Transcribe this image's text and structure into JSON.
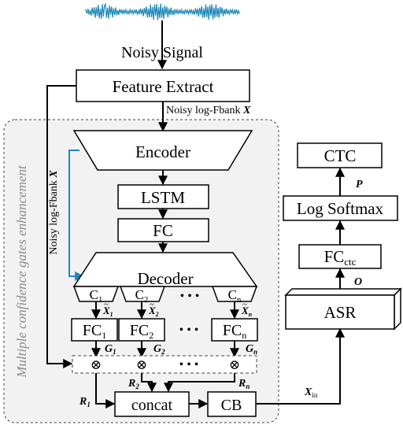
{
  "input": {
    "label": "Noisy Signal"
  },
  "feature": {
    "label": "Feature Extract",
    "output_label": "Noisy log-Fbank ",
    "output_var": "X"
  },
  "side_label": {
    "text": "Noisy log-Fbank ",
    "var": "X"
  },
  "group": {
    "label": "Multiple confidence gates enhancement"
  },
  "encoder": {
    "label": "Encoder"
  },
  "lstm": {
    "label": "LSTM"
  },
  "fc": {
    "label": "FC"
  },
  "decoder": {
    "label": "Decoder"
  },
  "channels": [
    {
      "c": "C",
      "c_sub": "1",
      "x": "X",
      "x_sub": "1",
      "fc": "FC",
      "fc_sub": "1",
      "g": "G",
      "g_sub": "1",
      "r": "R",
      "r_sub": "1"
    },
    {
      "c": "C",
      "c_sub": "2",
      "x": "X",
      "x_sub": "2",
      "fc": "FC",
      "fc_sub": "2",
      "g": "G",
      "g_sub": "2",
      "r": "R",
      "r_sub": "2"
    },
    {
      "c": "C",
      "c_sub": "n",
      "x": "X",
      "x_sub": "n",
      "fc": "FC",
      "fc_sub": "n",
      "g": "G",
      "g_sub": "n",
      "r": "R",
      "r_sub": "n"
    }
  ],
  "ellipsis": "• • •",
  "multiply_symbol": "⊗",
  "concat": {
    "label": "concat"
  },
  "cb": {
    "label": "CB"
  },
  "asr_input": {
    "var": "X",
    "sub": "in"
  },
  "asr": {
    "label": "ASR"
  },
  "fc_ctc": {
    "label": "FC",
    "sub": "ctc"
  },
  "o_label": "O",
  "log_softmax": {
    "label": "Log Softmax"
  },
  "p_label": "P",
  "ctc": {
    "label": "CTC"
  },
  "colors": {
    "accent": "#1e88b8",
    "group_fill": "#f2f2f2",
    "stroke": "#000000"
  }
}
